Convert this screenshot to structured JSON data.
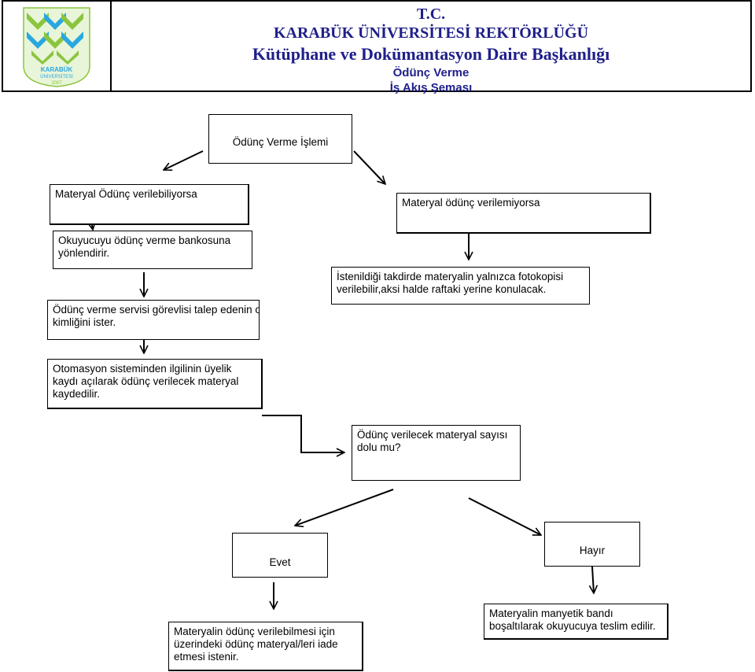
{
  "header": {
    "line1": "T.C.",
    "line2": "KARABÜK ÜNİVERSİTESİ REKTÖRLÜĞÜ",
    "line3": "Kütüphane ve Dokümantasyon Daire Başkanlığı",
    "line4": "Ödünç Verme",
    "line5": "İş Akış Şeması",
    "logo": {
      "text_line1": "KARABÜK",
      "text_line2": "ÜNİVERSİTESİ",
      "year": "2007",
      "color_green": "#8bc53f",
      "color_blue": "#29a8e0"
    }
  },
  "colors": {
    "title": "#1f1f8a",
    "line": "#000000"
  },
  "flow": {
    "start": "Ödünç Verme İşlemi",
    "can_lend": "Materyal Ödünç verilebiliyorsa",
    "cannot_lend": "Materyal ödünç verilemiyorsa",
    "direct_desk": "Okuyucuyu ödünç verme bankosuna yönlendirir.",
    "photocopy_note": "İstenildiği takdirde materyalin yalnızca fotokopisi verilebilir,aksi halde raftaki yerine konulacak.",
    "staff_id": "Ödünç verme servisi görevlisi talep edenin okul kimliğini ister.",
    "record": "Otomasyon sisteminden ilgilinin üyelik kaydı açılarak ödünç verilecek materyal kaydedilir.",
    "question": "Ödünç verilecek materyal sayısı dolu mu?",
    "yes": "Evet",
    "no": "Hayır",
    "yes_result": "Materyalin ödünç verilebilmesi için üzerindeki ödünç materyal/leri iade etmesi istenir.",
    "no_result": "Materyalin manyetik bandı boşaltılarak okuyucuya teslim edilir."
  }
}
